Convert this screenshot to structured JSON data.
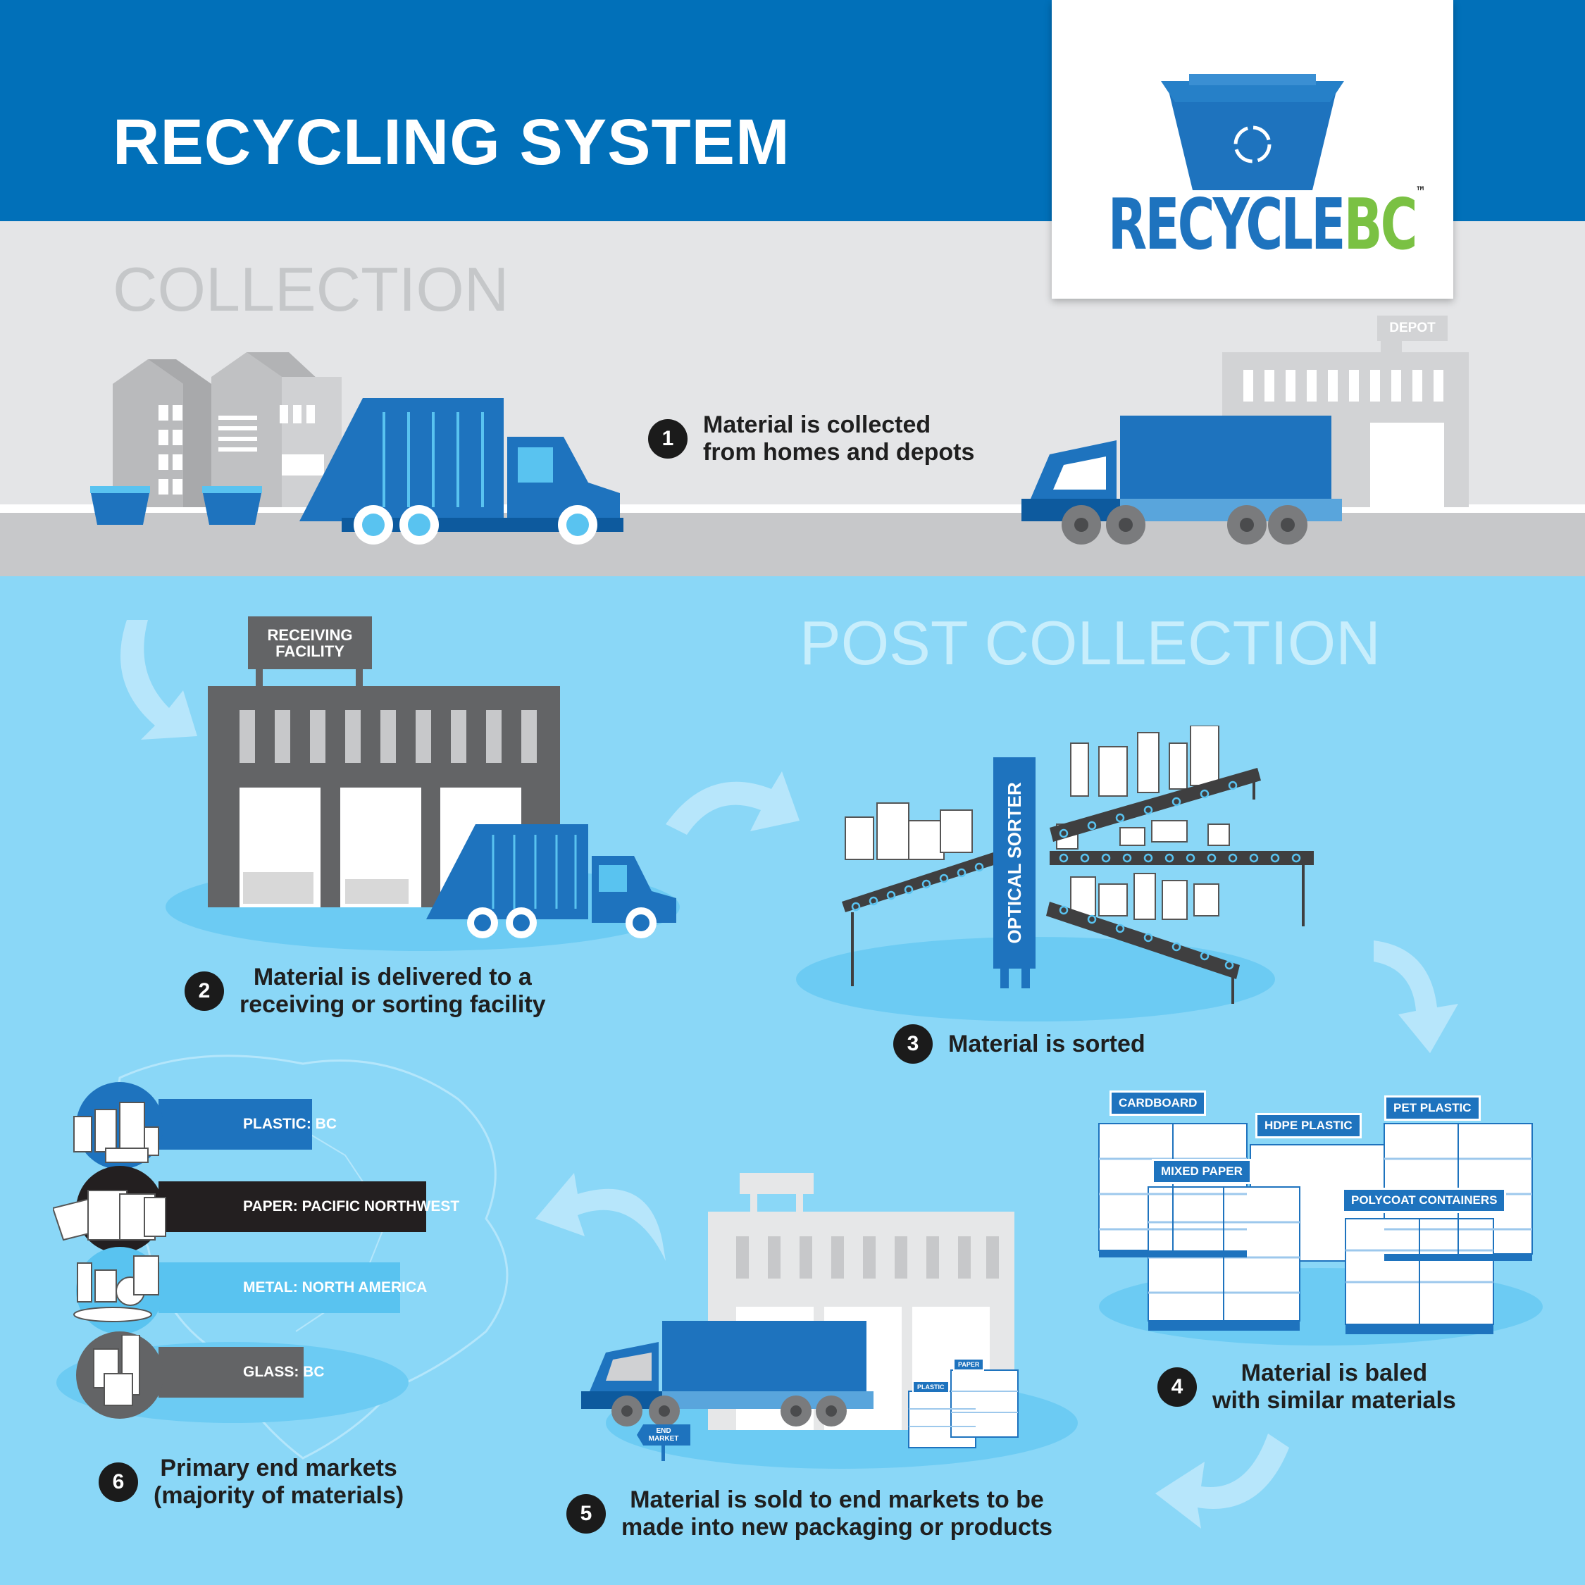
{
  "header": {
    "title": "RECYCLING SYSTEM"
  },
  "logo": {
    "brand_part1": "RECYCLE",
    "brand_part2": "BC",
    "trademark": "™"
  },
  "sections": {
    "collection": "COLLECTION",
    "post_collection": "POST COLLECTION"
  },
  "signs": {
    "depot": "DEPOT",
    "receiving": "RECEIVING\nFACILITY",
    "optical_sorter": "OPTICAL SORTER",
    "end_market": "END\nMARKET"
  },
  "steps": [
    {
      "number": "1",
      "text": "Material is collected\nfrom homes and depots"
    },
    {
      "number": "2",
      "text": "Material is delivered to a\nreceiving or sorting facility"
    },
    {
      "number": "3",
      "text": "Material is sorted"
    },
    {
      "number": "4",
      "text": "Material is baled\nwith similar materials"
    },
    {
      "number": "5",
      "text": "Material is sold to end markets to be\nmade into new packaging or products"
    },
    {
      "number": "6",
      "text": "Primary end markets\n(majority of materials)"
    }
  ],
  "bales": [
    "CARDBOARD",
    "HDPE PLASTIC",
    "PET PLASTIC",
    "MIXED PAPER",
    "POLYCOAT CONTAINERS"
  ],
  "small_bales": [
    "PLASTIC",
    "PAPER"
  ],
  "markets": [
    {
      "label": "PLASTIC: BC",
      "color": "#1e73be"
    },
    {
      "label": "PAPER: PACIFIC NORTHWEST",
      "color": "#231f20"
    },
    {
      "label": "METAL: NORTH AMERICA",
      "color": "#59c3f0"
    },
    {
      "label": "GLASS: BC",
      "color": "#636466"
    }
  ],
  "colors": {
    "header_blue": "#0170b9",
    "brand_green": "#7ac143",
    "sky": "#8ad7f7",
    "truck_blue": "#1e73be"
  }
}
